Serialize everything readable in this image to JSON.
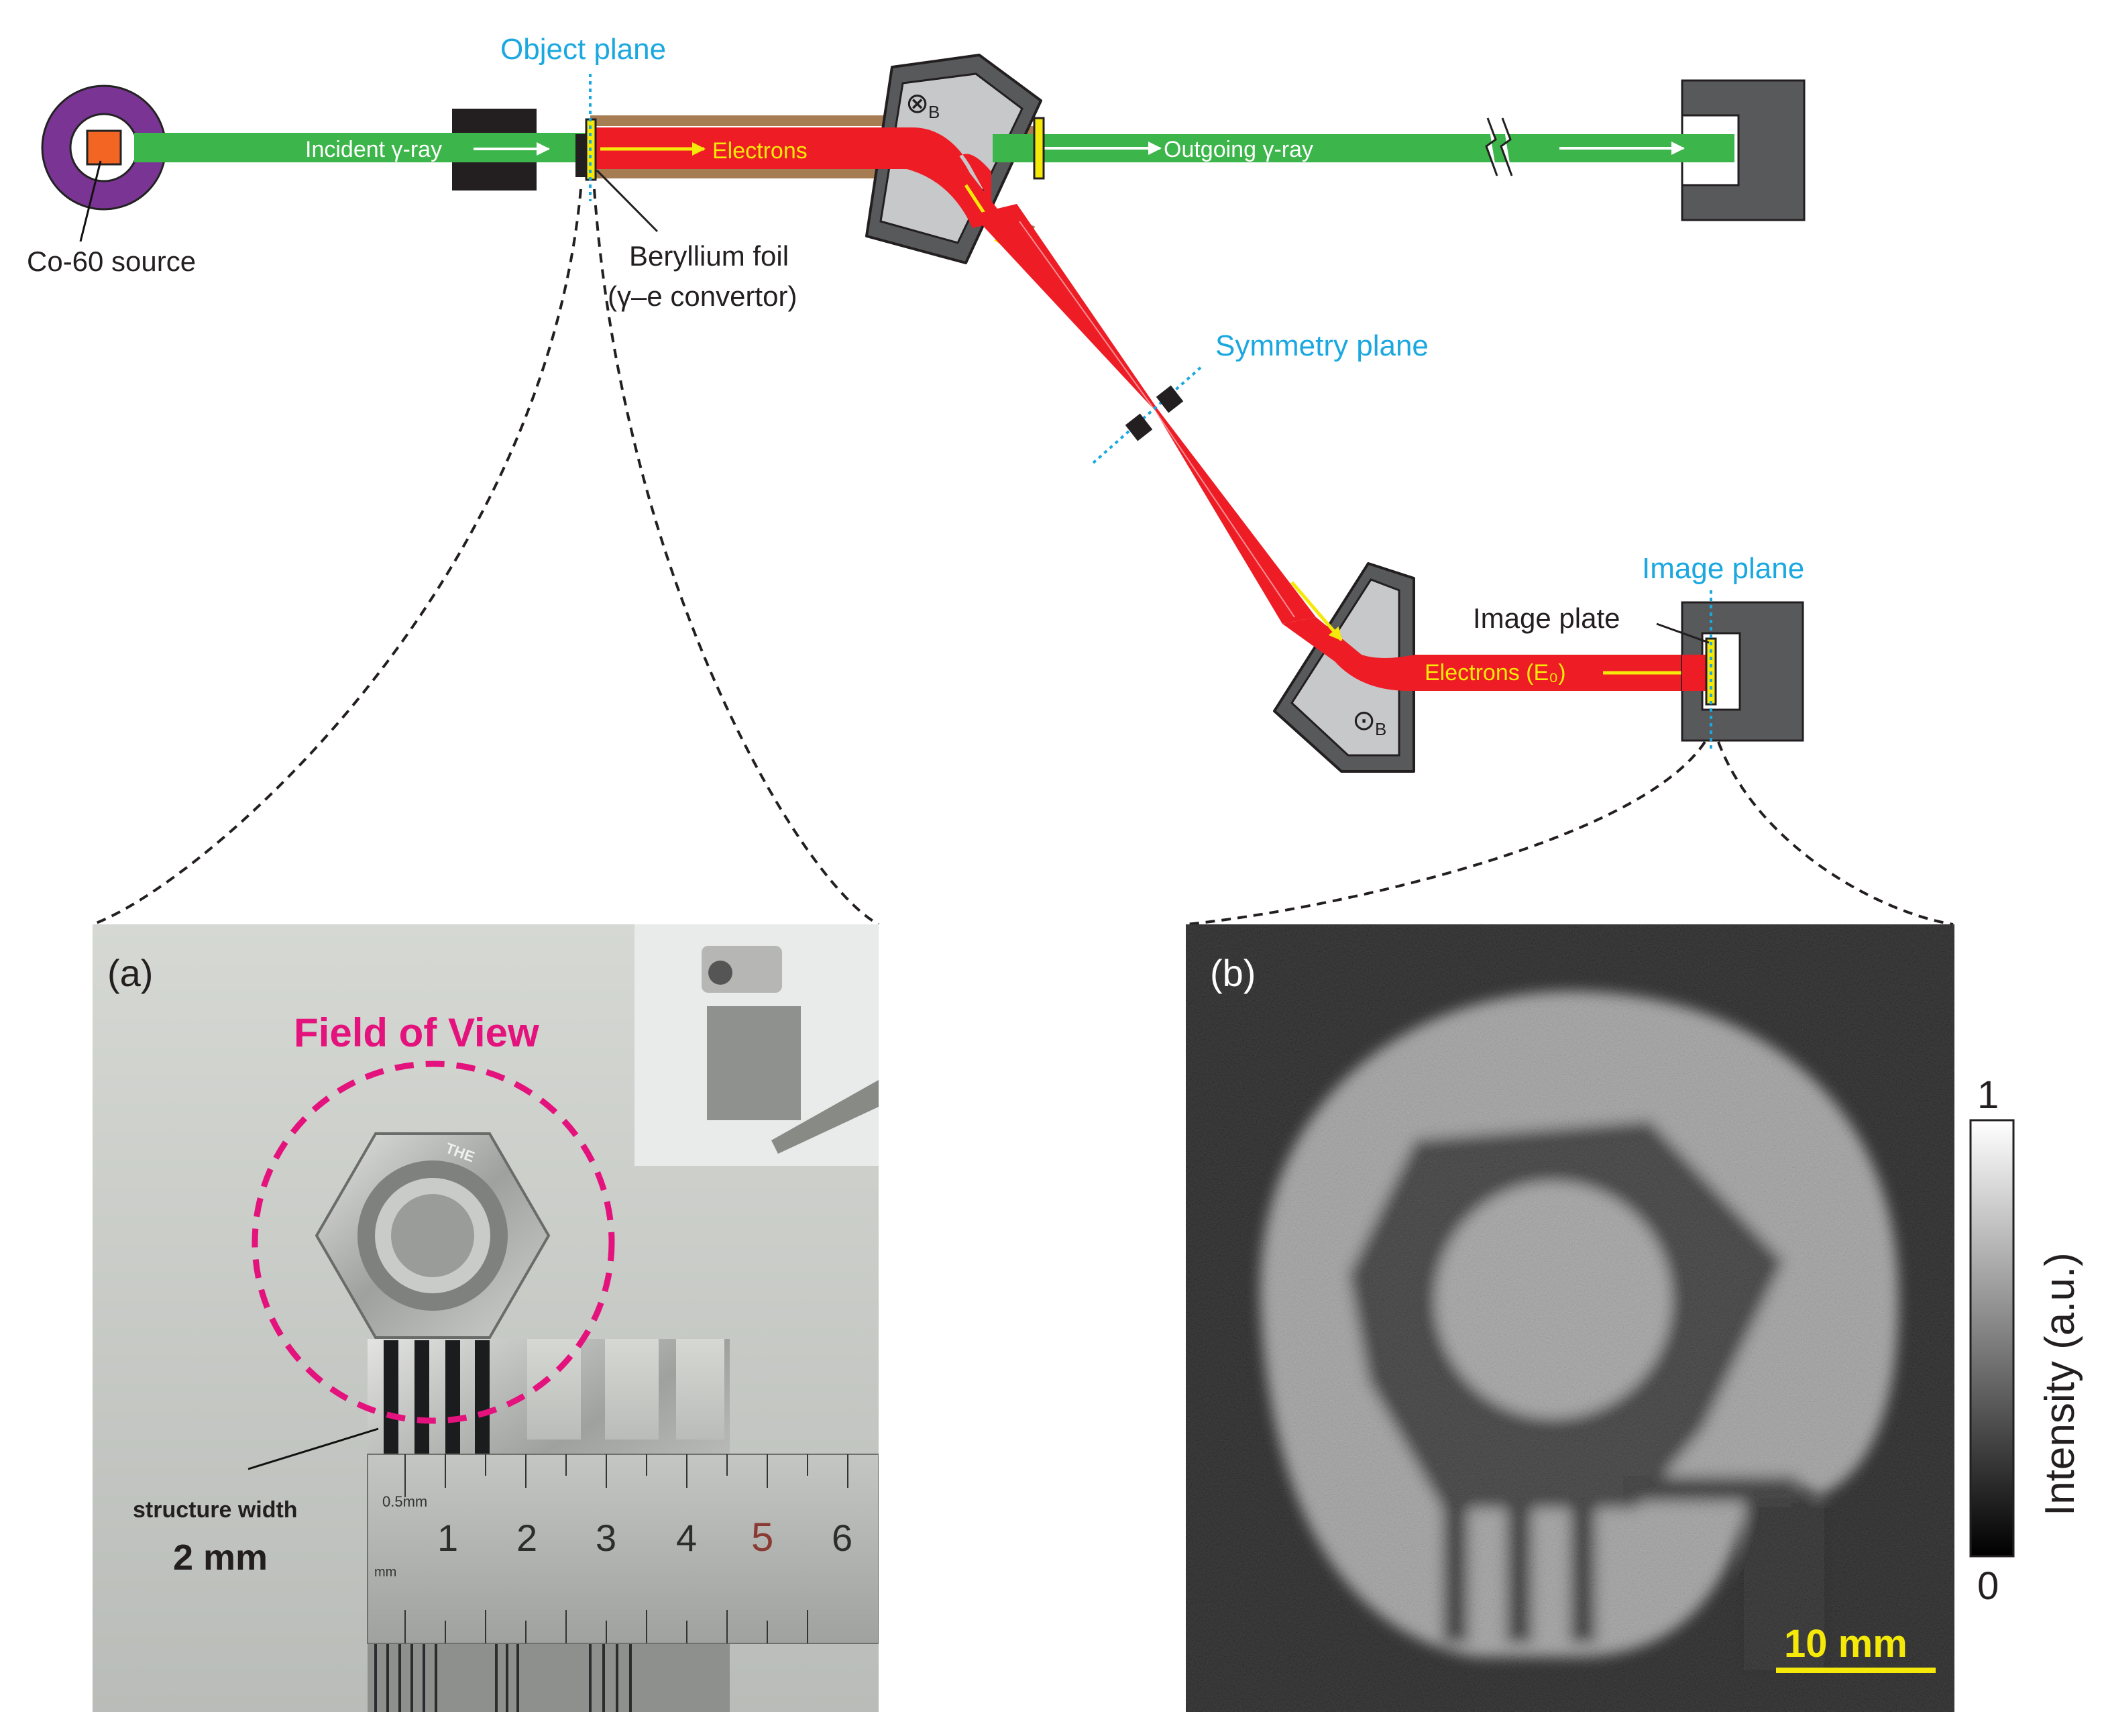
{
  "colors": {
    "gamma_beam": "#3cb54a",
    "electron_beam": "#ee1c25",
    "yellow": "#f5e90a",
    "label_blue": "#1ba8e0",
    "pink": "#e4127c",
    "source_ring": "#7a3594",
    "source_core": "#f26522",
    "magnet_dark": "#58595b",
    "magnet_light": "#c7c8ca",
    "pipe": "#a67c52",
    "detector": "#58595b"
  },
  "labels": {
    "object_plane": "Object plane",
    "symmetry_plane": "Symmetry plane",
    "image_plane": "Image plane",
    "source": "Co-60 source",
    "incident": "Incident γ-ray",
    "electrons": "Electrons",
    "outgoing": "Outgoing γ-ray",
    "foil_line1": "Beryllium foil",
    "foil_line2": "(γ–e convertor)",
    "magnet1_field": "⊗",
    "magnet2_field": "⊙",
    "field_subscript": "B",
    "image_plate": "Image plate",
    "electrons_e0": "Electrons (E₀)"
  },
  "panel_a": {
    "label": "(a)",
    "field_of_view": "Field of View",
    "structure_width_label": "structure width",
    "structure_width_value": "2 mm",
    "nut_stamp": "THE",
    "ruler_unit_top": "0.5mm",
    "ruler_unit_bottom": "mm",
    "ruler_numbers": [
      "1",
      "2",
      "3",
      "4",
      "5",
      "6"
    ]
  },
  "panel_b": {
    "label": "(b)",
    "colorbar_title": "Intensity (a.u.)",
    "colorbar_max": "1",
    "colorbar_min": "0",
    "scalebar": "10 mm"
  }
}
